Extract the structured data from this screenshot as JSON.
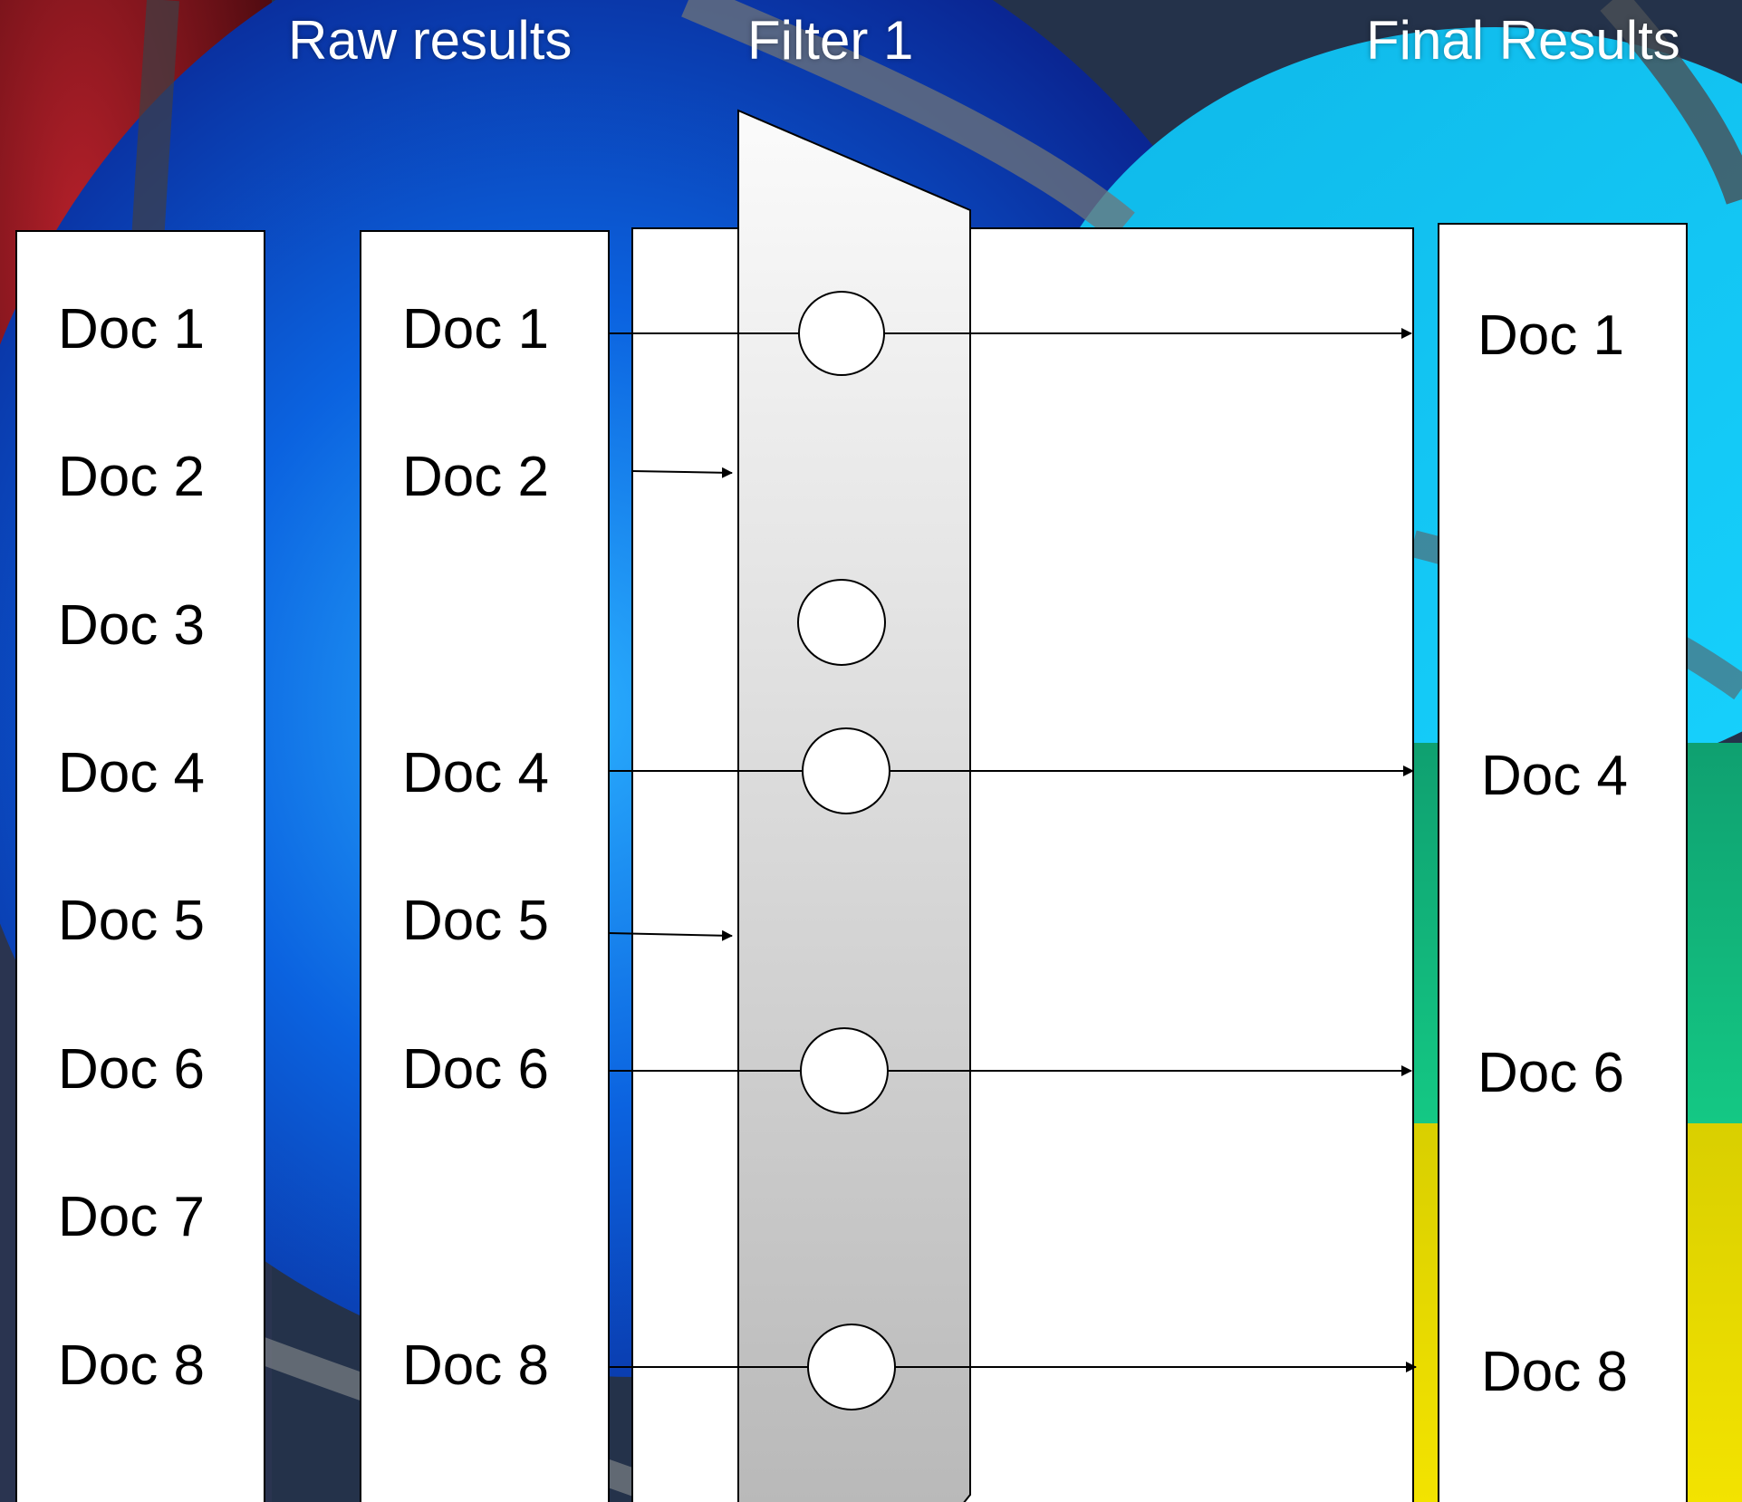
{
  "headers": {
    "raw": "Raw results",
    "filter": "Filter 1",
    "final": "Final Results"
  },
  "columns": {
    "all_docs": [
      "Doc 1",
      "Doc 2",
      "Doc 3",
      "Doc 4",
      "Doc 5",
      "Doc 6",
      "Doc 7",
      "Doc 8"
    ],
    "raw_results": [
      "Doc 1",
      "Doc 2",
      "Doc 4",
      "Doc 5",
      "Doc 6",
      "Doc 8"
    ],
    "final_results": [
      "Doc 1",
      "Doc 4",
      "Doc 6",
      "Doc 8"
    ]
  },
  "colors": {
    "box_fill": "#ffffff",
    "stroke": "#000000",
    "filter_gradient_top": "#fbfbfb",
    "filter_gradient_bottom": "#b9b9b9",
    "header_text": "#ffffff"
  }
}
